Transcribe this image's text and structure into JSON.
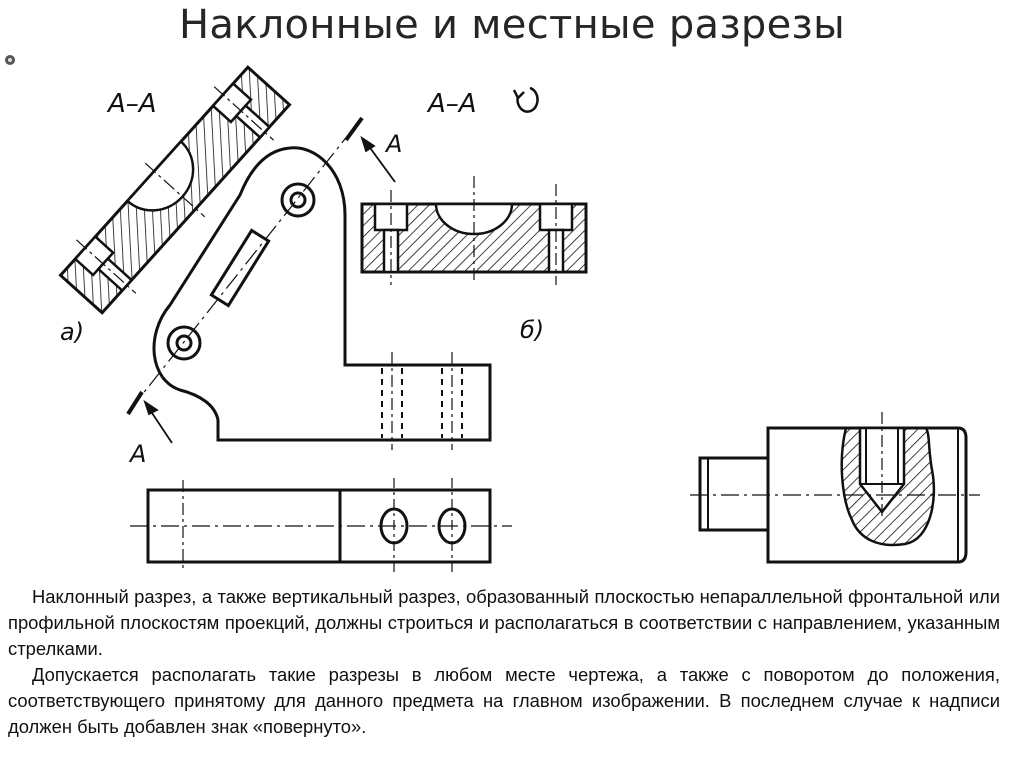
{
  "slide": {
    "title": "Наклонные и местные разрезы"
  },
  "drawing": {
    "label_section_a": "А–А",
    "label_section_b": "А–А",
    "label_arrow_top": "А",
    "label_arrow_bottom": "А",
    "label_variant_a": "а)",
    "label_variant_b": "б)",
    "rotated_icon": "rotation-circle-icon"
  },
  "text": {
    "paragraph_1": "Наклонный разрез, а также вертикальный разрез, образованный плоскостью непараллельной фронтальной или профильной плоскостям проекций, должны строиться и располагаться в соответствии с направлением, указанным стрелками.",
    "paragraph_2": "Допускается располагать такие разрезы в любом месте чертежа, а также с поворотом до положения, соответствующего принятому для данного предмета на главном изображении. В последнем случае к надписи должен быть добавлен знак «повернуто»."
  }
}
